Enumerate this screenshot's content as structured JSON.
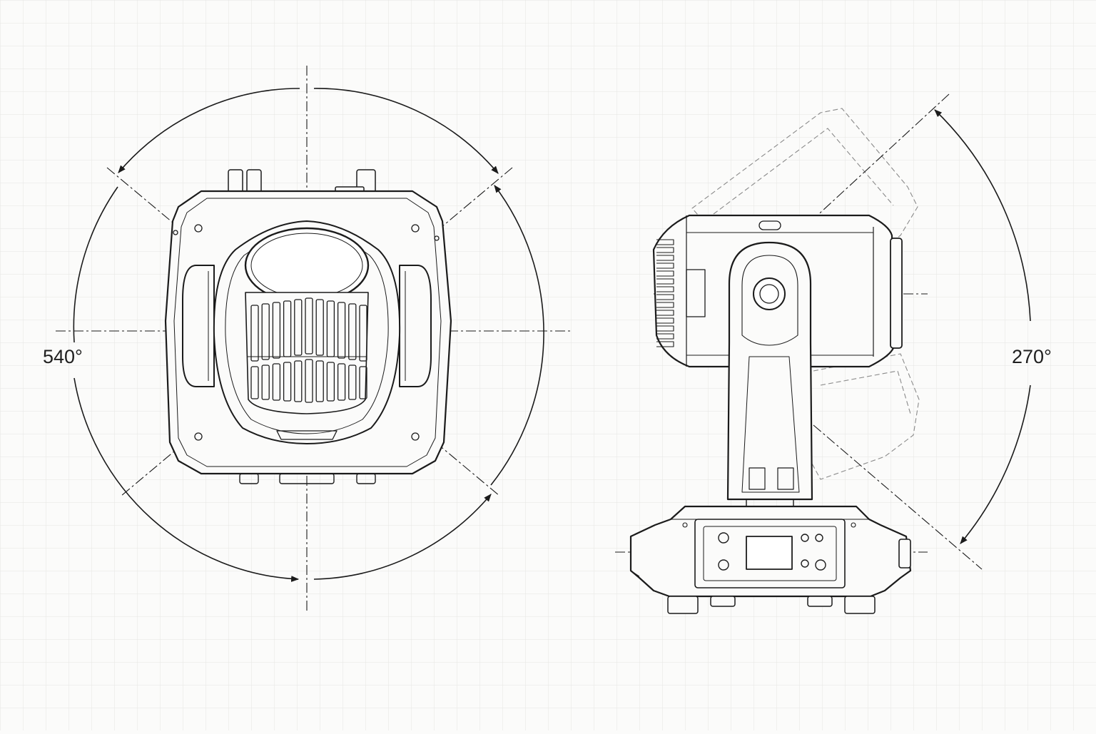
{
  "views": [
    {
      "id": "front",
      "angle_label": "540°"
    },
    {
      "id": "side",
      "angle_label": "270°"
    }
  ],
  "colors": {
    "background": "#fbfbfa",
    "grid": "#e6e6e3",
    "line": "#1b1b1b",
    "ghost": "#8a8a8a"
  },
  "icons": [
    "arrowhead-icon"
  ]
}
